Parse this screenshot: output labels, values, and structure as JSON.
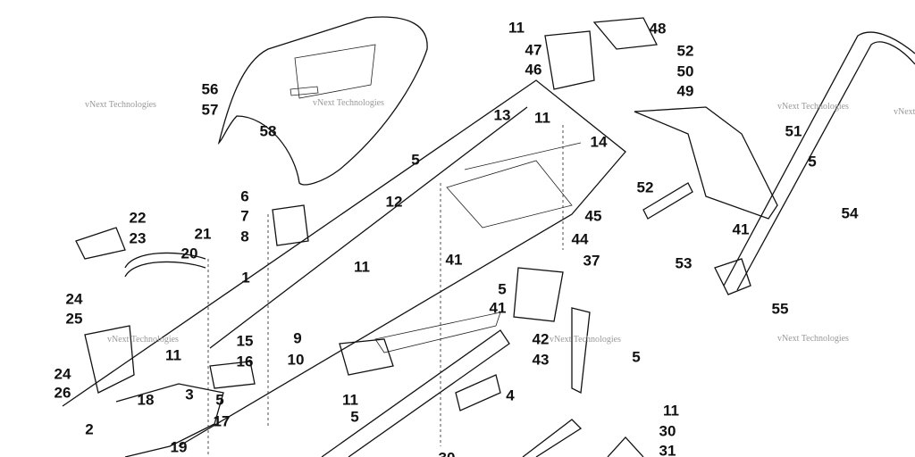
{
  "diagram": {
    "watermark": "vNext Technologies",
    "callouts": [
      "11",
      "48",
      "47",
      "46",
      "52",
      "50",
      "49",
      "56",
      "57",
      "58",
      "13",
      "11",
      "14",
      "51",
      "5",
      "52",
      "54",
      "5",
      "12",
      "45",
      "44",
      "37",
      "6",
      "7",
      "8",
      "22",
      "23",
      "21",
      "20",
      "41",
      "53",
      "55",
      "1",
      "11",
      "41",
      "5",
      "41",
      "24",
      "25",
      "9",
      "10",
      "15",
      "16",
      "11",
      "42",
      "43",
      "5",
      "24",
      "26",
      "18",
      "3",
      "5",
      "11",
      "4",
      "17",
      "5",
      "2",
      "19",
      "11",
      "30",
      "31",
      "30"
    ]
  }
}
